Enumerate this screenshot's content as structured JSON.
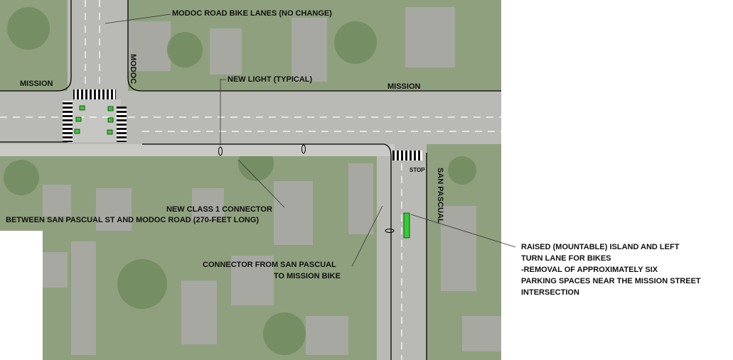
{
  "labels": {
    "modoc_bike_lanes": "MODOC ROAD BIKE LANES (NO CHANGE)",
    "mission_west": "MISSION",
    "mission_east": "MISSION",
    "modoc": "MODOC",
    "new_light": "NEW LIGHT (TYPICAL)",
    "connector_title": "NEW CLASS 1 CONNECTOR",
    "connector_desc": "BETWEEN SAN PASCUAL ST AND MODOC ROAD (270-FEET LONG)",
    "san_pascual": "SAN PASCUAL",
    "sp_connector_1": "CONNECTOR FROM SAN PASCUAL",
    "sp_connector_2": "TO MISSION BIKE",
    "island_note": [
      "RAISED (MOUNTABLE) ISLAND AND LEFT",
      "TURN LANE FOR BIKES",
      "-REMOVAL OF APPROXIMATELY SIX",
      "PARKING SPACES NEAR THE MISSION STREET",
      "INTERSECTION"
    ],
    "stop": "STOP"
  },
  "colors": {
    "vegetation": "#7f9a6e",
    "roofs": "#9a9a94",
    "road": "#b8b8b4",
    "bike_signal": "#33cc33",
    "annotation": "#111111"
  }
}
